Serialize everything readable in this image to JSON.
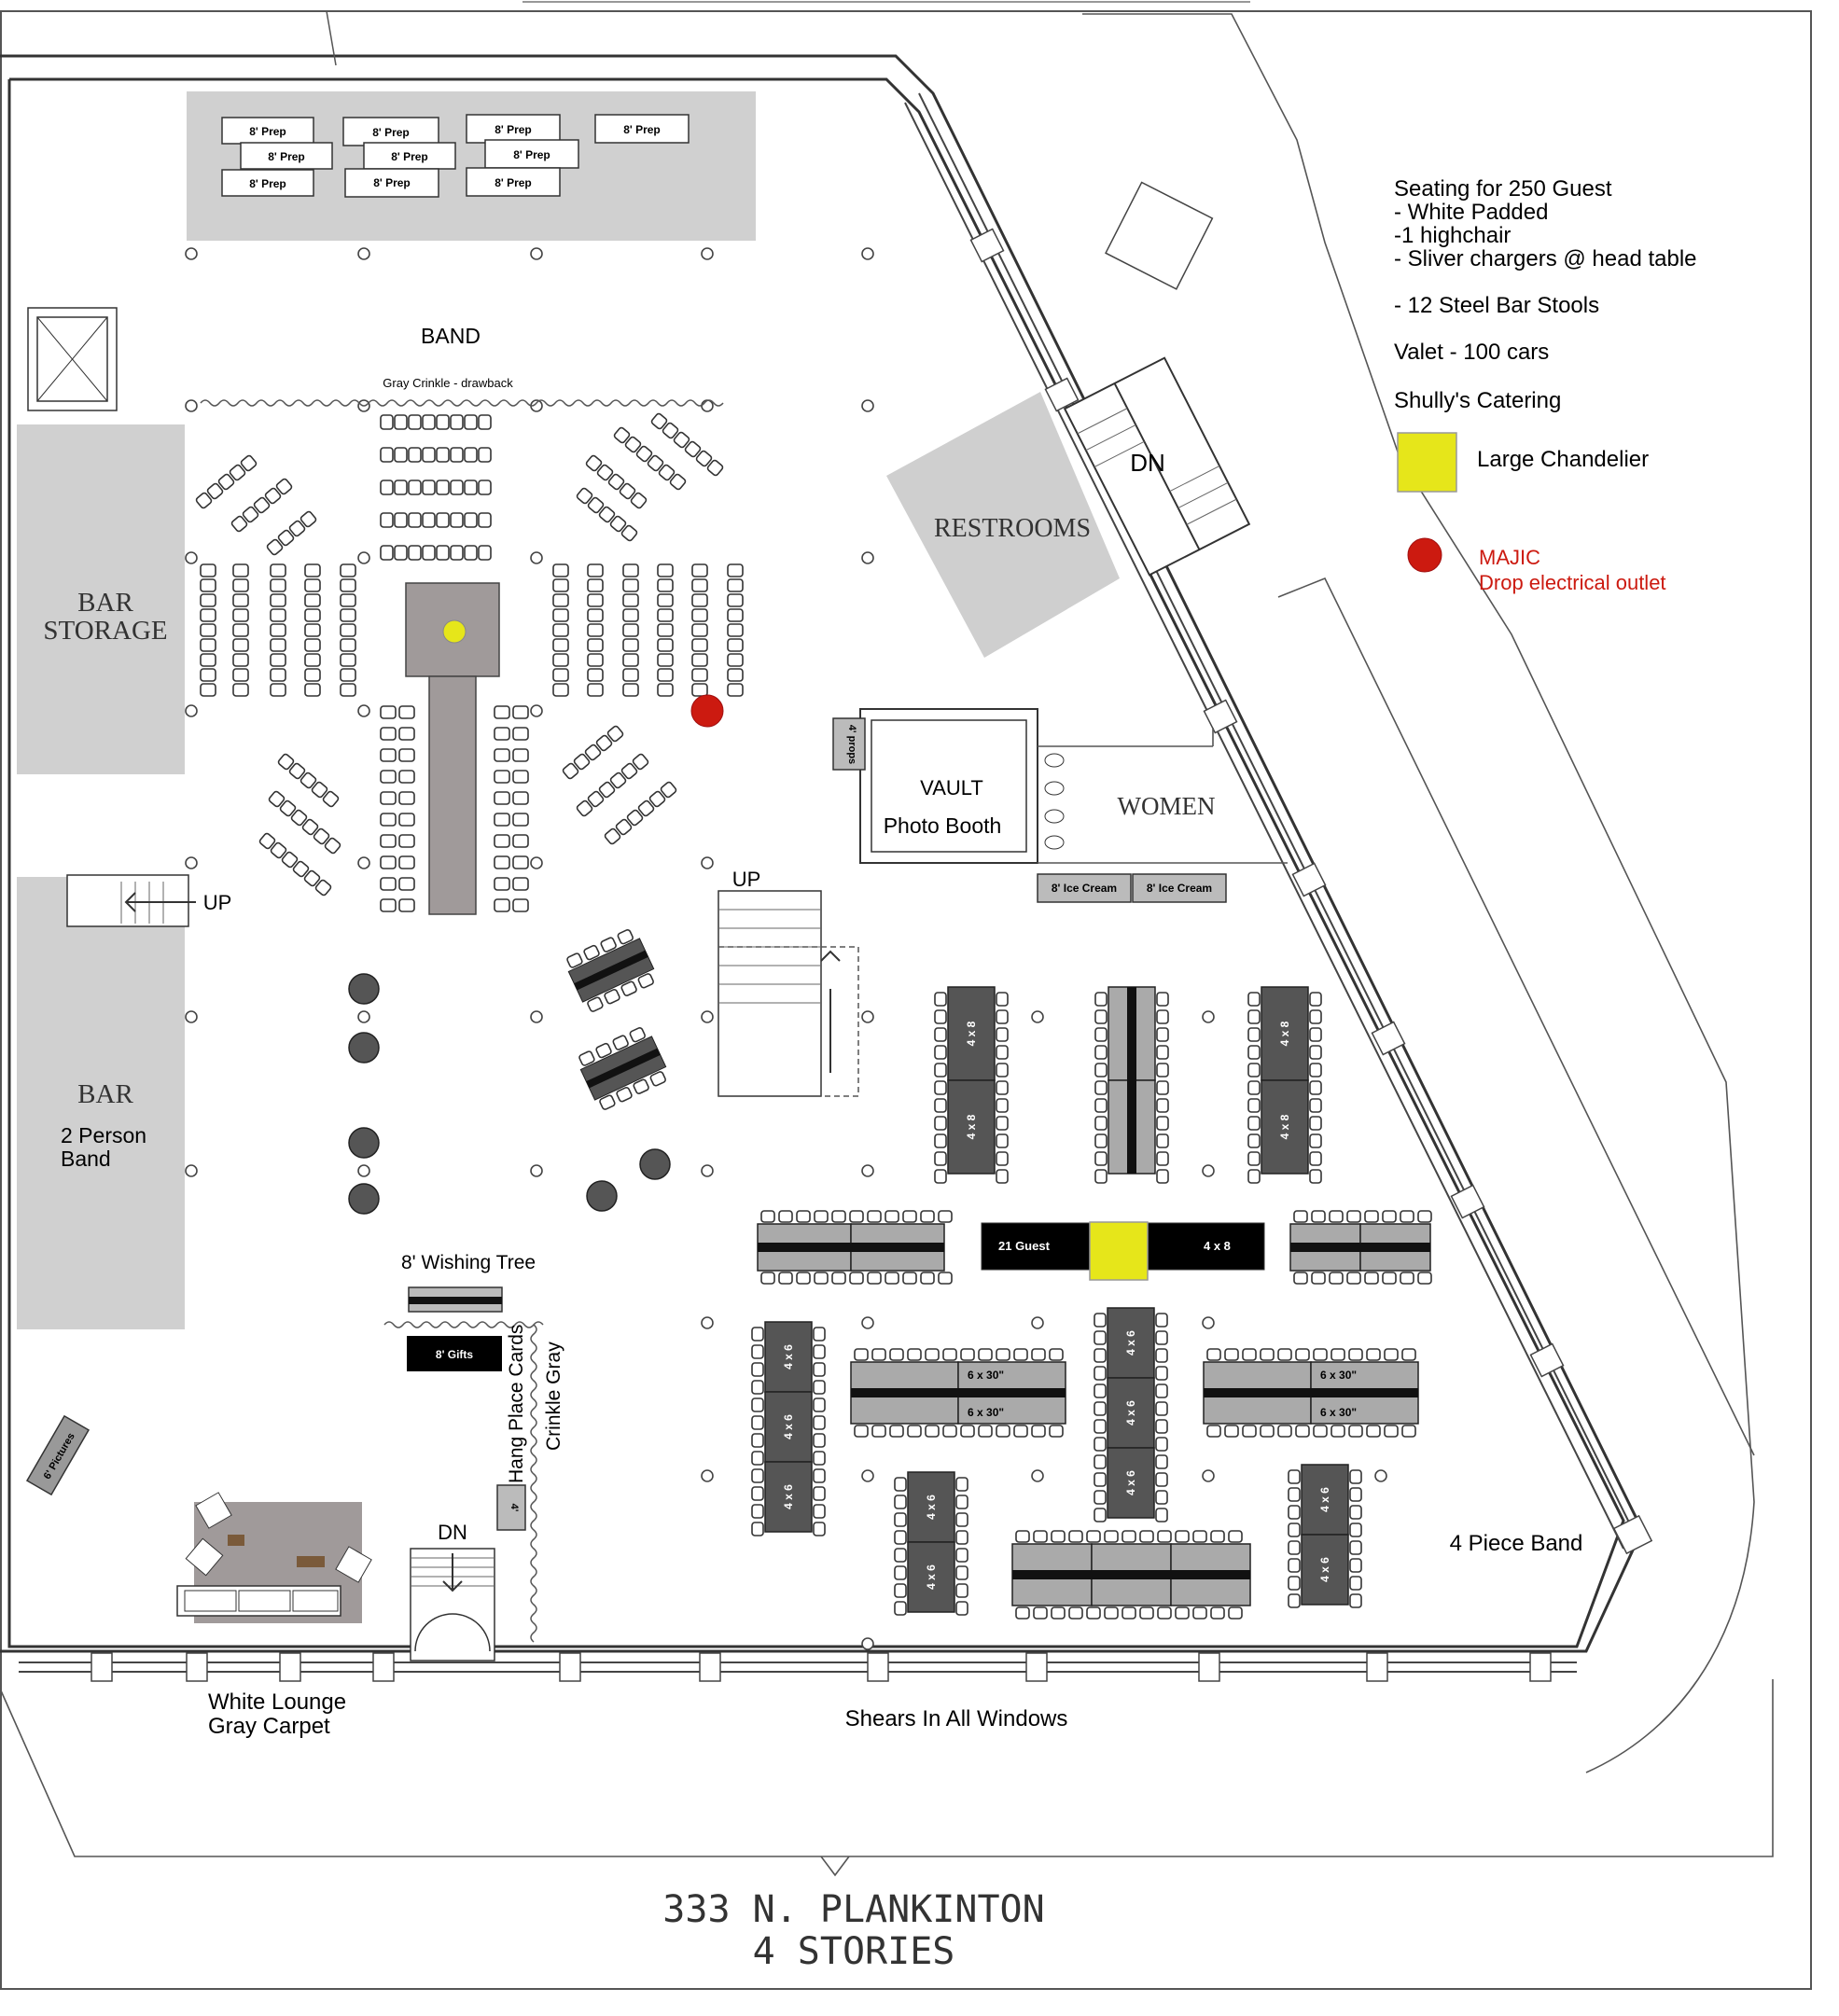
{
  "legend": {
    "line1": "Seating for 250 Guest",
    "line2": "- White Padded",
    "line3": "-1 highchair",
    "line4": "- Sliver chargers @ head table",
    "line5": "- 12 Steel Bar Stools",
    "line6": "Valet - 100 cars",
    "line7": "Shully's Catering",
    "chandelier_label": "Large Chandelier",
    "outlet_label1": "MAJIC",
    "outlet_label2": "Drop electrical outlet",
    "chandelier_color": "#e6e61a",
    "outlet_color": "#cc1a10"
  },
  "rooms": {
    "bar_storage1": "BAR",
    "bar_storage2": "STORAGE",
    "bar": "BAR",
    "bar_note1": "2 Person",
    "bar_note2": "Band",
    "restrooms": "RESTROOMS",
    "women": "WOMEN",
    "vault": "VAULT",
    "photo_booth": "Photo Booth",
    "band": "BAND",
    "drape_note": "Gray Crinkle - drawback",
    "wishing_tree": "8' Wishing Tree",
    "hang_place_cards": "Hang Place Cards",
    "crinkle_gray": "Crinkle Gray",
    "white_lounge1": "White Lounge",
    "white_lounge2": "Gray Carpet",
    "shears": "Shears In All Windows",
    "four_piece_band": "4 Piece Band",
    "building1": "333 N. PLANKINTON",
    "building2": "4 STORIES",
    "up1": "UP",
    "up2": "UP",
    "dn1": "DN",
    "dn2": "DN"
  },
  "labels": {
    "prep": "8' Prep",
    "ice_cream": "8' Ice Cream",
    "gifts": "8' Gifts",
    "props": "4' props",
    "pictures": "6' Pictures",
    "four_ft": "4'",
    "head_table": "21 Guest",
    "t4x8": "4 x 8",
    "t4x6": "4 x 6",
    "t6x30": "6 x 30\""
  }
}
